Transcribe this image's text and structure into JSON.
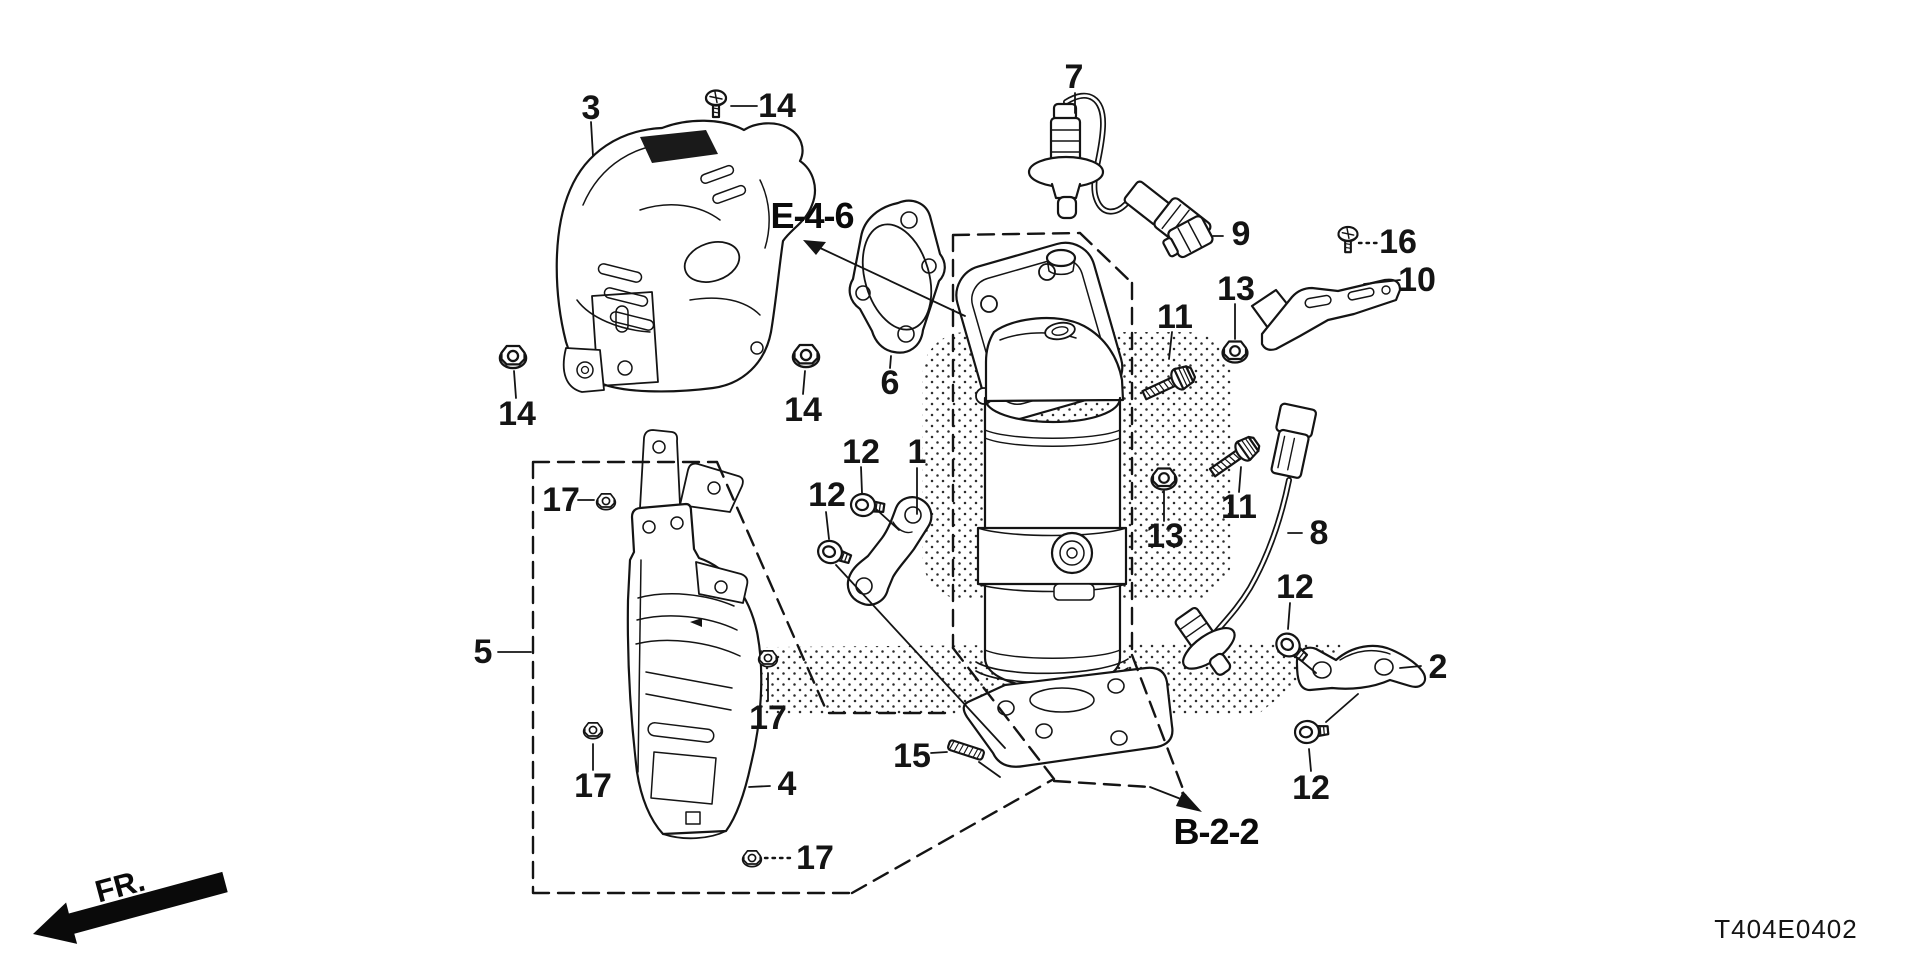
{
  "drawing": {
    "code": "T404E0402",
    "front_direction": "FR.",
    "reference_manifold": "E-4-6",
    "reference_pipe": "B-2-2"
  },
  "callouts": {
    "c1": "1",
    "c2": "2",
    "c3": "3",
    "c4": "4",
    "c5": "5",
    "c6": "6",
    "c7": "7",
    "c8": "8",
    "c9": "9",
    "c10": "10",
    "c11a": "11",
    "c11b": "11",
    "c12a": "12",
    "c12b": "12",
    "c12c": "12",
    "c12d": "12",
    "c13a": "13",
    "c13b": "13",
    "c14a": "14",
    "c14b": "14",
    "c14c": "14",
    "c15": "15",
    "c16": "16",
    "c17a": "17",
    "c17b": "17",
    "c17c": "17",
    "c17d": "17"
  }
}
